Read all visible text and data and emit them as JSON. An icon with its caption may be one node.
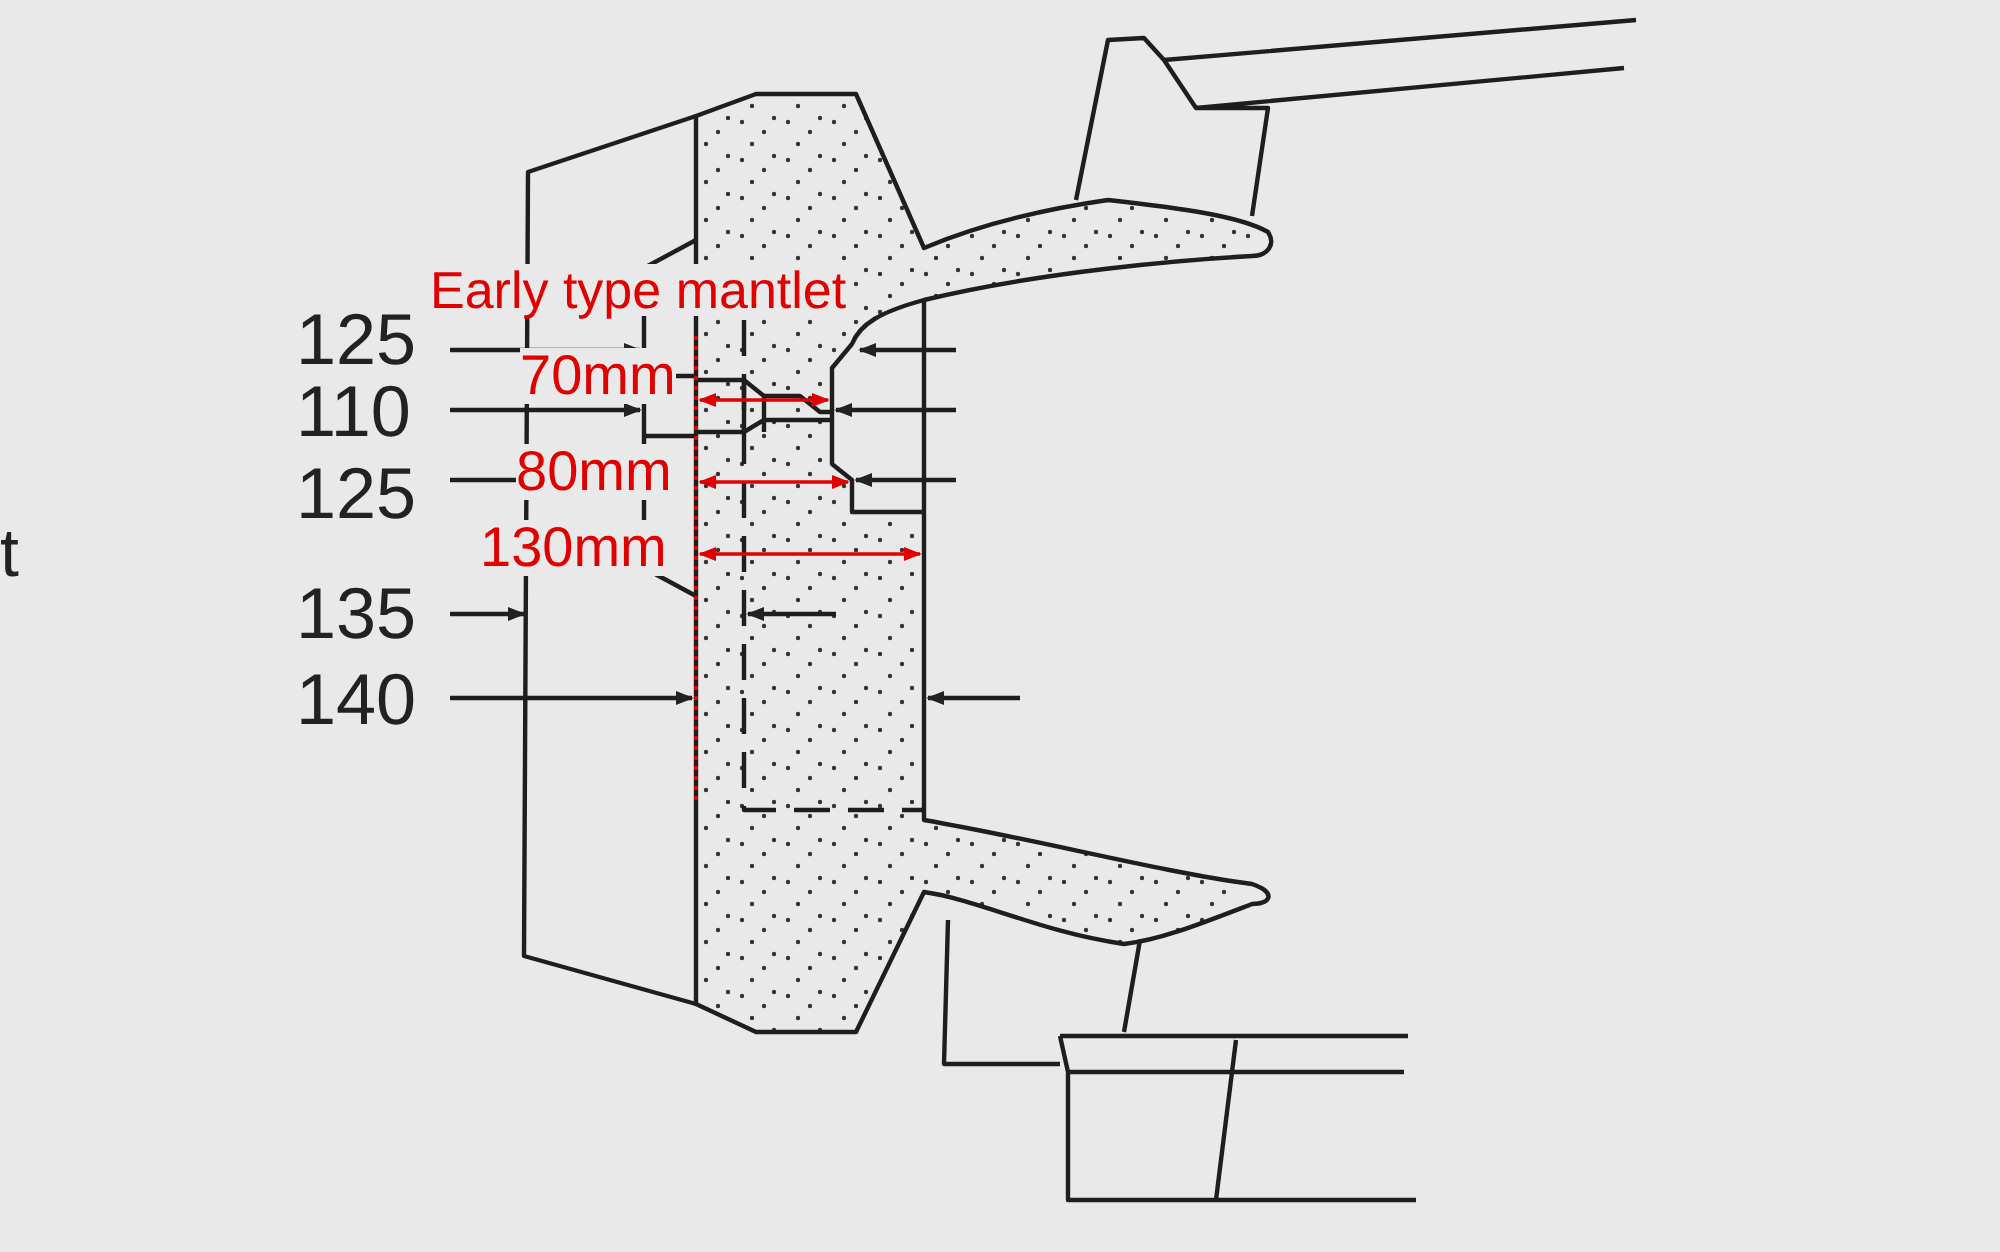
{
  "diagram": {
    "labels": [
      "Early type mantlet",
      "125",
      "70mm",
      "110",
      "80mm",
      "125",
      "t",
      "130mm",
      "135",
      "140"
    ]
  }
}
